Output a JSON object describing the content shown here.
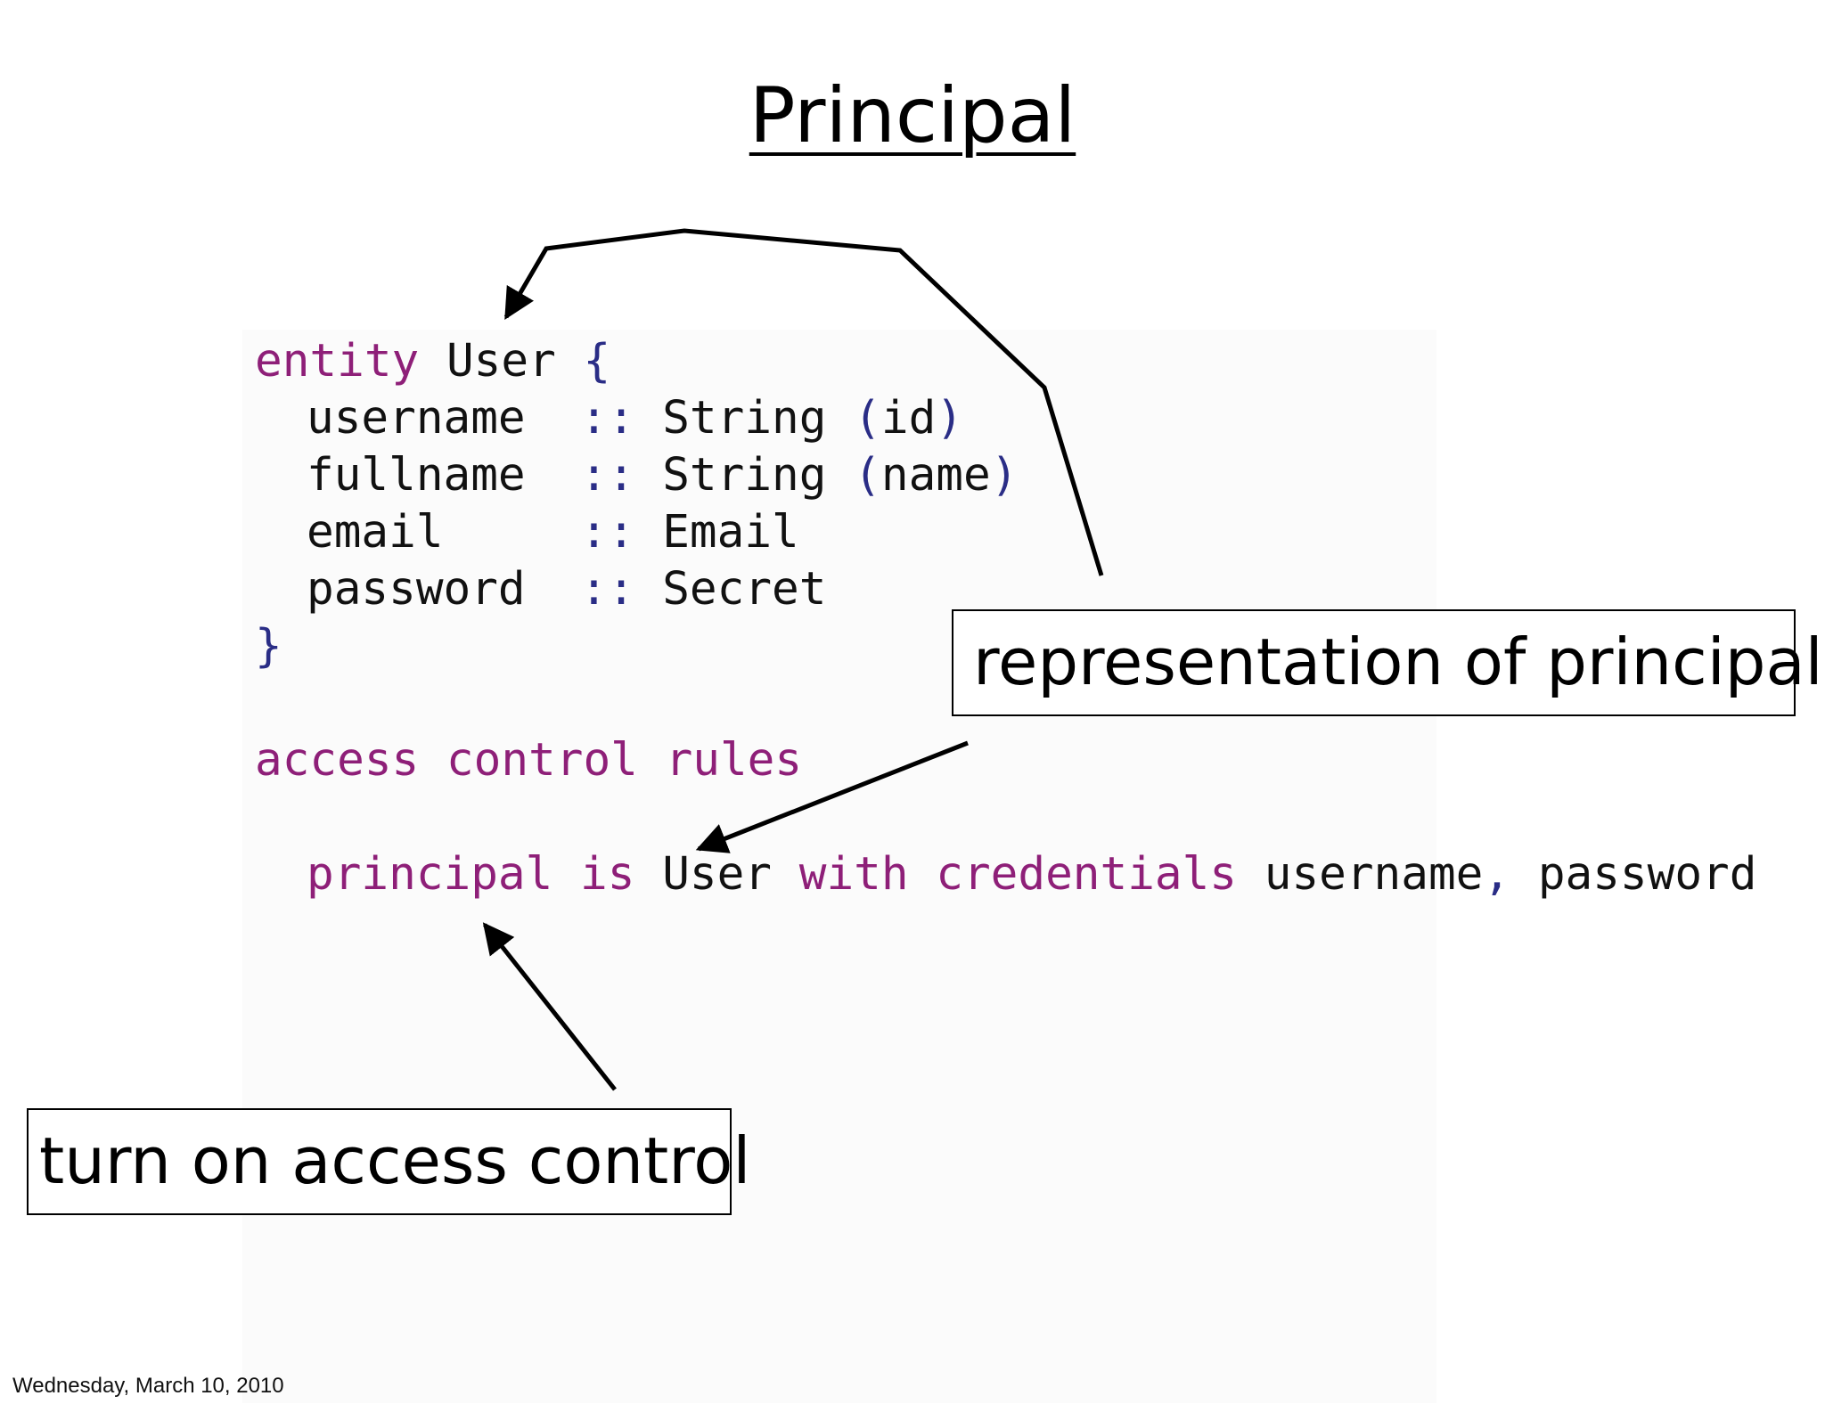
{
  "title": "Principal",
  "code": {
    "entity_kw": "entity",
    "entity_name": "User",
    "open_brace": "{",
    "fields": [
      {
        "name": "username",
        "sep": "::",
        "type": "String",
        "open": "(",
        "annotation": "id",
        "close": ")"
      },
      {
        "name": "fullname",
        "sep": "::",
        "type": "String",
        "open": "(",
        "annotation": "name",
        "close": ")"
      },
      {
        "name": "email",
        "sep": "::",
        "type": "Email",
        "open": "",
        "annotation": "",
        "close": ""
      },
      {
        "name": "password",
        "sep": "::",
        "type": "Secret",
        "open": "",
        "annotation": "",
        "close": ""
      }
    ],
    "close_brace": "}",
    "acr_keywords": "access control rules",
    "principal_line": {
      "kw1": "principal is",
      "entity": "User",
      "kw2": "with credentials",
      "cred1": "username",
      "comma": ",",
      "cred2": "password"
    }
  },
  "callouts": {
    "principal_rep": "representation of principal",
    "access_control": "turn on access control"
  },
  "footer_date": "Wednesday, March 10, 2010",
  "colors": {
    "keyword": "#8e1f78",
    "bracket": "#2a2d86",
    "text": "#111111"
  }
}
